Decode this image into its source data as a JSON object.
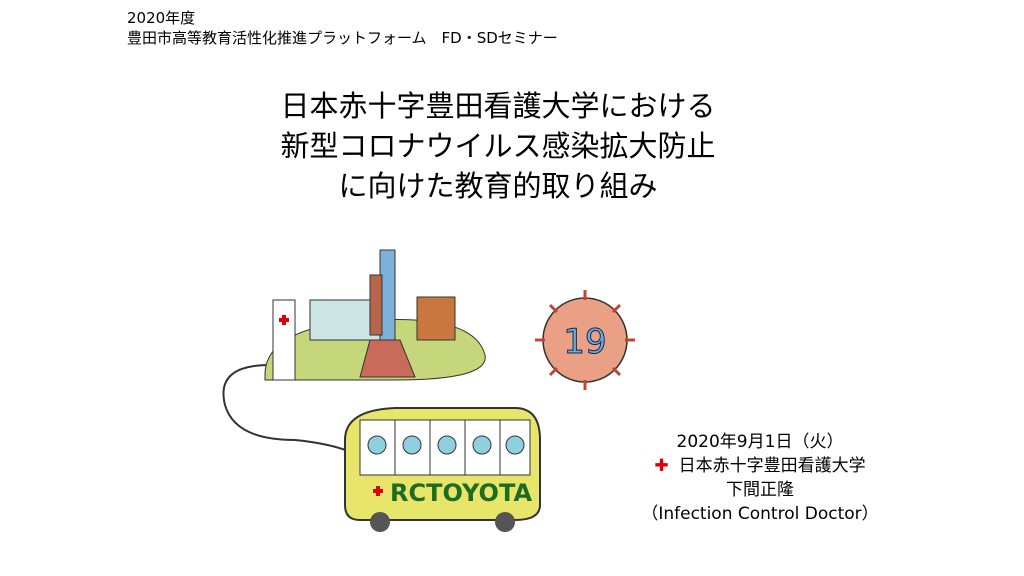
{
  "header": {
    "year": "2020年度",
    "program": "豊田市高等教育活性化推進プラットフォーム　FD・SDセミナー"
  },
  "title": {
    "lines": [
      "日本赤十字豊田看護大学における",
      "新型コロナウイルス感染拡大防止",
      "に向けた教育的取り組み"
    ]
  },
  "presenter": {
    "date": "2020年9月1日（火）",
    "university": "日本赤十字豊田看護大学",
    "name": "下間正隆",
    "role": "（Infection Control Doctor）"
  },
  "illustration": {
    "bus_label": "RCTOYOTA",
    "virus_label": "19"
  },
  "colors": {
    "red_cross": "#e00000"
  }
}
